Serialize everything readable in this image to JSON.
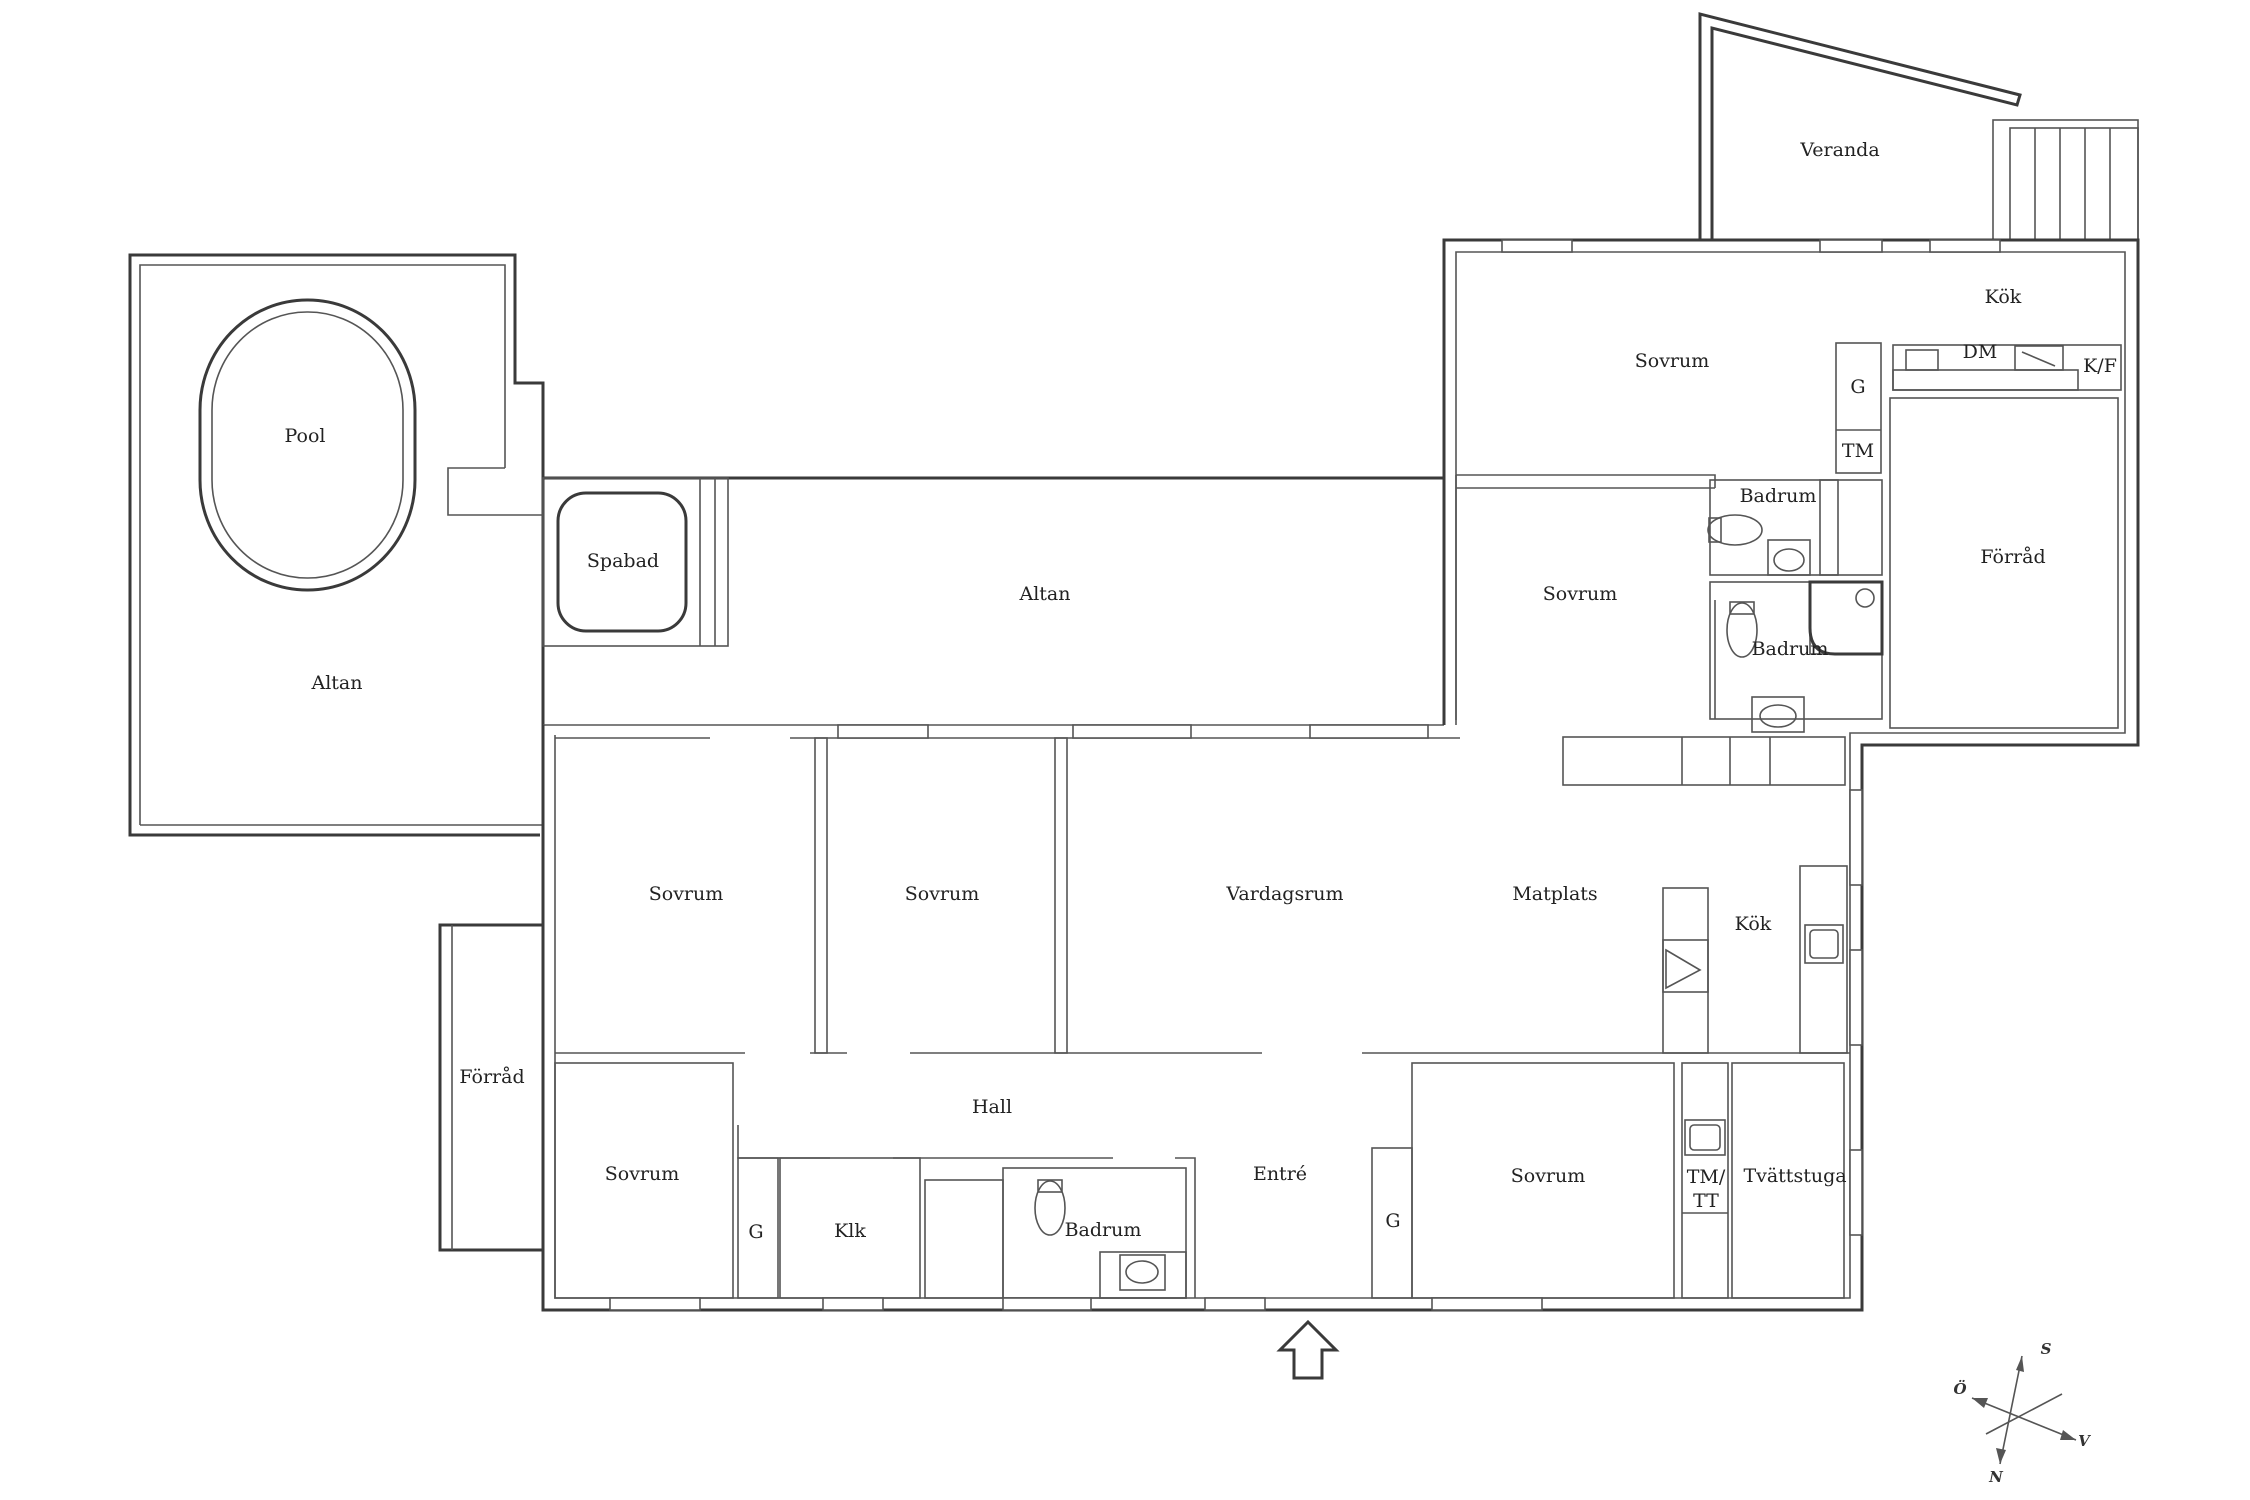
{
  "rooms": {
    "pool": "Pool",
    "altan_west": "Altan",
    "spabad": "Spabad",
    "altan_middle": "Altan",
    "veranda": "Veranda",
    "kok_upper": "Kök",
    "sovrum_upper": "Sovrum",
    "g_upper": "G",
    "dm": "DM",
    "kf": "K/F",
    "tm_upper": "TM",
    "badrum_upper_a": "Badrum",
    "forrad_east": "Förråd",
    "sovrum_mid_east": "Sovrum",
    "badrum_upper_b": "Badrum",
    "sovrum_1": "Sovrum",
    "sovrum_2": "Sovrum",
    "vardagsrum": "Vardagsrum",
    "matplats": "Matplats",
    "kok_lower": "Kök",
    "forrad_west": "Förråd",
    "hall": "Hall",
    "sovrum_3": "Sovrum",
    "g_lower_left": "G",
    "klk": "Klk",
    "badrum_lower": "Badrum",
    "entre": "Entré",
    "g_lower_right": "G",
    "sovrum_4": "Sovrum",
    "tm_tt_line1": "TM/",
    "tm_tt_line2": "TT",
    "tvattstuga": "Tvättstuga"
  },
  "compass": {
    "s": "S",
    "v": "V",
    "n": "N",
    "o": "Ö"
  },
  "icons": {
    "entrance": "entrance-arrow-icon",
    "compass": "compass-rose-icon",
    "toilet": "toilet-icon",
    "sink": "sink-icon",
    "shower": "shower-icon",
    "stove": "stove-icon"
  }
}
